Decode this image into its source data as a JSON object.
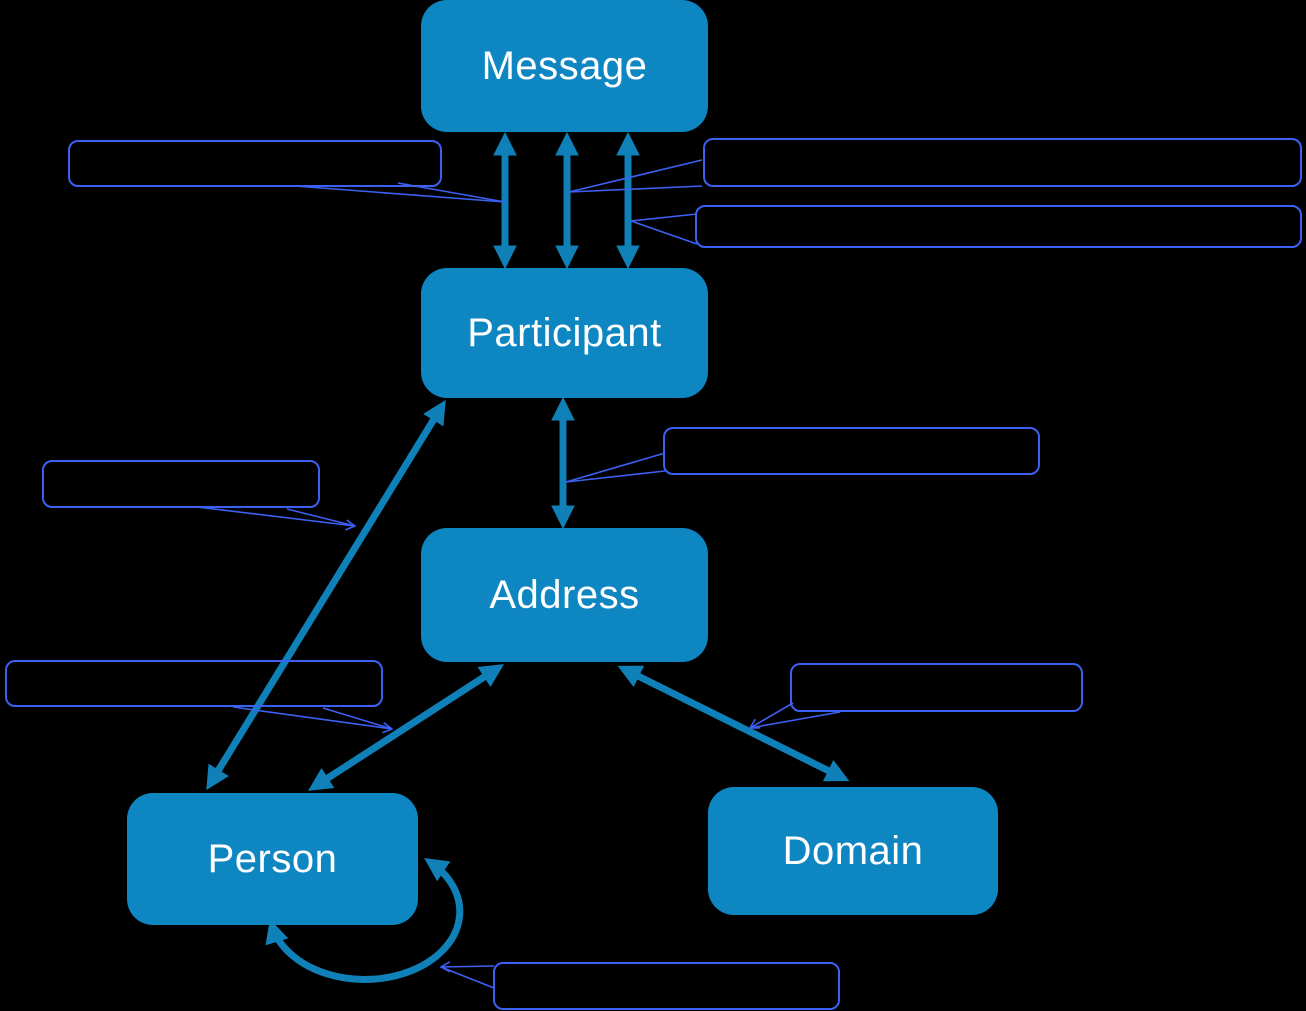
{
  "diagram": {
    "nodes": [
      {
        "id": "message",
        "label": "Message"
      },
      {
        "id": "participant",
        "label": "Participant"
      },
      {
        "id": "address",
        "label": "Address"
      },
      {
        "id": "person",
        "label": "Person"
      },
      {
        "id": "domain",
        "label": "Domain"
      }
    ],
    "edges": [
      {
        "from": "Message",
        "to": "Participant",
        "style": "double-arrow",
        "count": 3
      },
      {
        "from": "Participant",
        "to": "Address",
        "style": "double-arrow",
        "count": 1
      },
      {
        "from": "Person",
        "to": "Participant",
        "style": "double-arrow",
        "count": 1
      },
      {
        "from": "Person",
        "to": "Address",
        "style": "double-arrow",
        "count": 1
      },
      {
        "from": "Address",
        "to": "Domain",
        "style": "double-arrow",
        "count": 1
      },
      {
        "from": "Person",
        "to": "Person",
        "style": "self-loop-double-arrow",
        "count": 1
      }
    ],
    "callouts": [
      {
        "id": "callout-top-left",
        "text": "",
        "attached_to": "Message-Participant arrow 1"
      },
      {
        "id": "callout-top-right-1",
        "text": "",
        "attached_to": "Message-Participant arrow 2"
      },
      {
        "id": "callout-top-right-2",
        "text": "",
        "attached_to": "Message-Participant arrow 3"
      },
      {
        "id": "callout-participant-address",
        "text": "",
        "attached_to": "Participant-Address arrow"
      },
      {
        "id": "callout-person-participant",
        "text": "",
        "attached_to": "Person-Participant arrow"
      },
      {
        "id": "callout-person-address",
        "text": "",
        "attached_to": "Person-Address arrow"
      },
      {
        "id": "callout-address-domain",
        "text": "",
        "attached_to": "Address-Domain arrow"
      },
      {
        "id": "callout-person-loop",
        "text": "",
        "attached_to": "Person self-loop"
      }
    ],
    "colors": {
      "node_fill": "#0e86c2",
      "node_text": "#ffffff",
      "arrow": "#0f81b8",
      "callout_border": "#3c60f2",
      "background": "#000000"
    }
  }
}
